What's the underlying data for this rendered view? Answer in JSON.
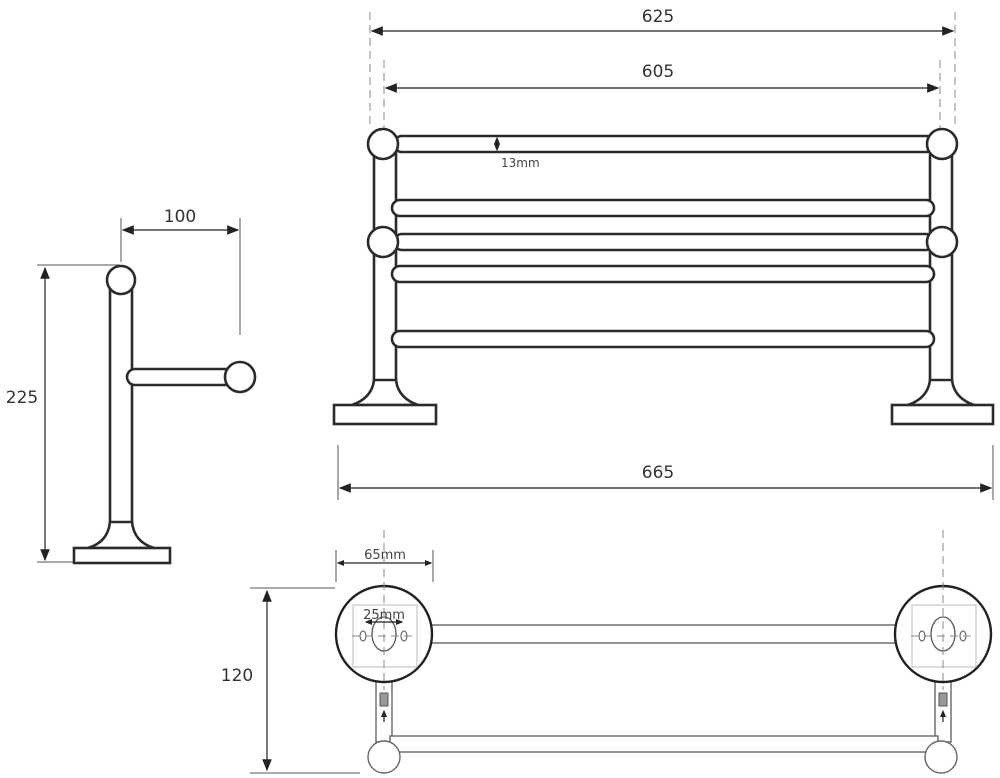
{
  "dimensions": {
    "front_overall_width": "625",
    "front_inner_width": "605",
    "tube_diameter": "13mm",
    "base_width": "665",
    "side_projection": "100",
    "side_height": "225",
    "mount_diameter": "65mm",
    "hole_spacing": "25mm",
    "top_depth": "120"
  }
}
